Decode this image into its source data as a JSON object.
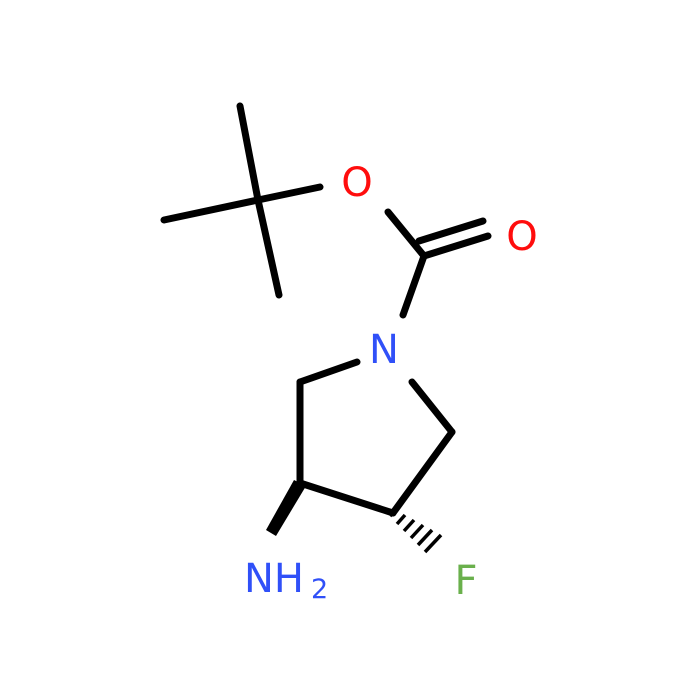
{
  "atoms": {
    "ring_oxygen": {
      "symbol": "O",
      "color": "#ff0d0d"
    },
    "carbonyl_oxygen": {
      "symbol": "O",
      "color": "#ff0d0d"
    },
    "nitrogen": {
      "symbol": "N",
      "color": "#3050f8"
    },
    "amine": {
      "symbol": "NH",
      "subscript": "2",
      "color": "#3050f8"
    },
    "fluorine": {
      "symbol": "F",
      "color": "#6ab04c"
    }
  },
  "bond_color": "#000000"
}
